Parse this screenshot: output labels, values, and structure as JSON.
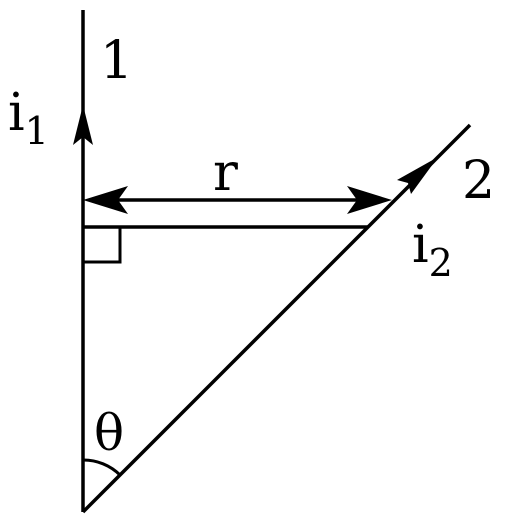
{
  "labels": {
    "wire1": "1",
    "wire2": "2",
    "current1": "i",
    "current1_sub": "1",
    "current2": "i",
    "current2_sub": "2",
    "distance": "r",
    "angle": "θ"
  },
  "colors": {
    "ink": "#000000",
    "background": "#ffffff"
  }
}
